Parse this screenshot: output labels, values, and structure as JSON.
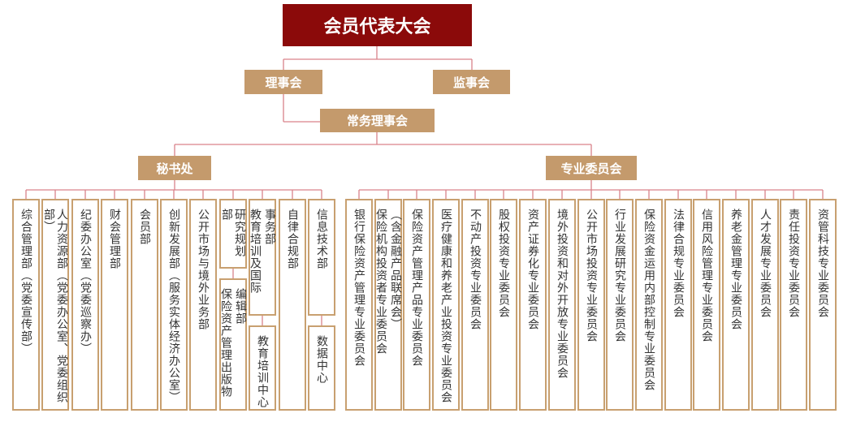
{
  "root": "会员代表大会",
  "council": "理事会",
  "supervisors": "监事会",
  "standing_council": "常务理事会",
  "secretariat": {
    "title": "秘书处",
    "departments": [
      {
        "lines": [
          "综合管理部（党委宣传部）"
        ]
      },
      {
        "lines": [
          "人力资源部（党委办公室、党委组织部）"
        ]
      },
      {
        "lines": [
          "纪委办公室（党委巡察办）"
        ]
      },
      {
        "lines": [
          "财会管理部"
        ]
      },
      {
        "lines": [
          "会员部"
        ]
      },
      {
        "lines": [
          "创新发展部（服务实体经济办公室）"
        ]
      },
      {
        "lines": [
          "公开市场与境外业务部"
        ]
      },
      {
        "lines": [
          "研究规划部"
        ],
        "sub": {
          "lines": [
            "编辑部",
            "保险资产管理出版物"
          ]
        }
      },
      {
        "lines": [
          "事务部",
          "教育培训及国际"
        ],
        "sub": {
          "lines": [
            "教育培训中心"
          ]
        }
      },
      {
        "lines": [
          "自律合规部"
        ]
      },
      {
        "lines": [
          "信息技术部"
        ],
        "sub": {
          "lines": [
            "数据中心"
          ]
        }
      }
    ]
  },
  "committees": {
    "title": "专业委员会",
    "items": [
      {
        "lines": [
          "银行保险资产管理专业委员会"
        ]
      },
      {
        "lines": [
          "（含金融产品联席会）",
          "保险机构投资者专业委员会"
        ]
      },
      {
        "lines": [
          "保险资产管理产品专业委员会"
        ]
      },
      {
        "lines": [
          "医疗健康和养老产业投资专业委员会"
        ]
      },
      {
        "lines": [
          "不动产投资专业委员会"
        ]
      },
      {
        "lines": [
          "股权投资专业委员会"
        ]
      },
      {
        "lines": [
          "资产证券化专业委员会"
        ]
      },
      {
        "lines": [
          "境外投资和对外开放专业委员会"
        ]
      },
      {
        "lines": [
          "公开市场投资专业委员会"
        ]
      },
      {
        "lines": [
          "行业发展研究专业委员会"
        ]
      },
      {
        "lines": [
          "保险资金运用内部控制专业委员会"
        ]
      },
      {
        "lines": [
          "法律合规专业委员会"
        ]
      },
      {
        "lines": [
          "信用风险管理专业委员会"
        ]
      },
      {
        "lines": [
          "养老金管理专业委员会"
        ]
      },
      {
        "lines": [
          "人才发展专业委员会"
        ]
      },
      {
        "lines": [
          "责任投资专业委员会"
        ]
      },
      {
        "lines": [
          "资管科技专业委员会"
        ]
      }
    ]
  },
  "colors": {
    "root": "#8b0a0a",
    "node": "#c49a6c",
    "line": "#d9828a",
    "border": "#c8a070"
  }
}
